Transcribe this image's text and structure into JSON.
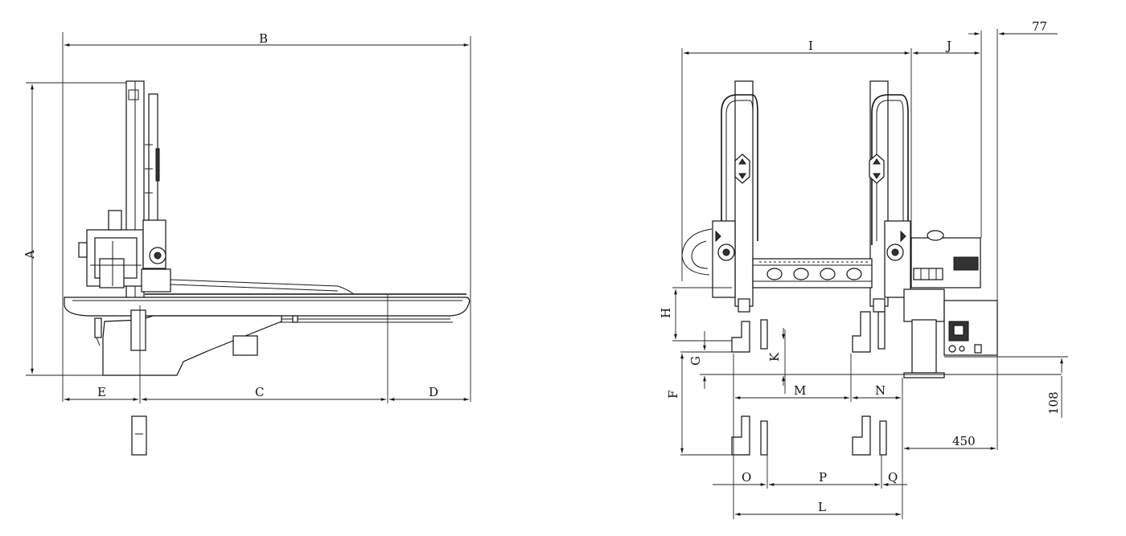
{
  "side_view": {
    "dim_labels": {
      "A": "A",
      "B": "B",
      "C": "C",
      "D": "D",
      "E": "E"
    }
  },
  "front_view": {
    "dim_labels": {
      "F": "F",
      "G": "G",
      "H": "H",
      "I": "I",
      "J": "J",
      "K": "K",
      "L": "L",
      "M": "M",
      "N": "N",
      "O": "O",
      "P": "P",
      "Q": "Q"
    },
    "dim_values": {
      "top_offset": "77",
      "base_height": "108",
      "base_width": "450"
    }
  }
}
